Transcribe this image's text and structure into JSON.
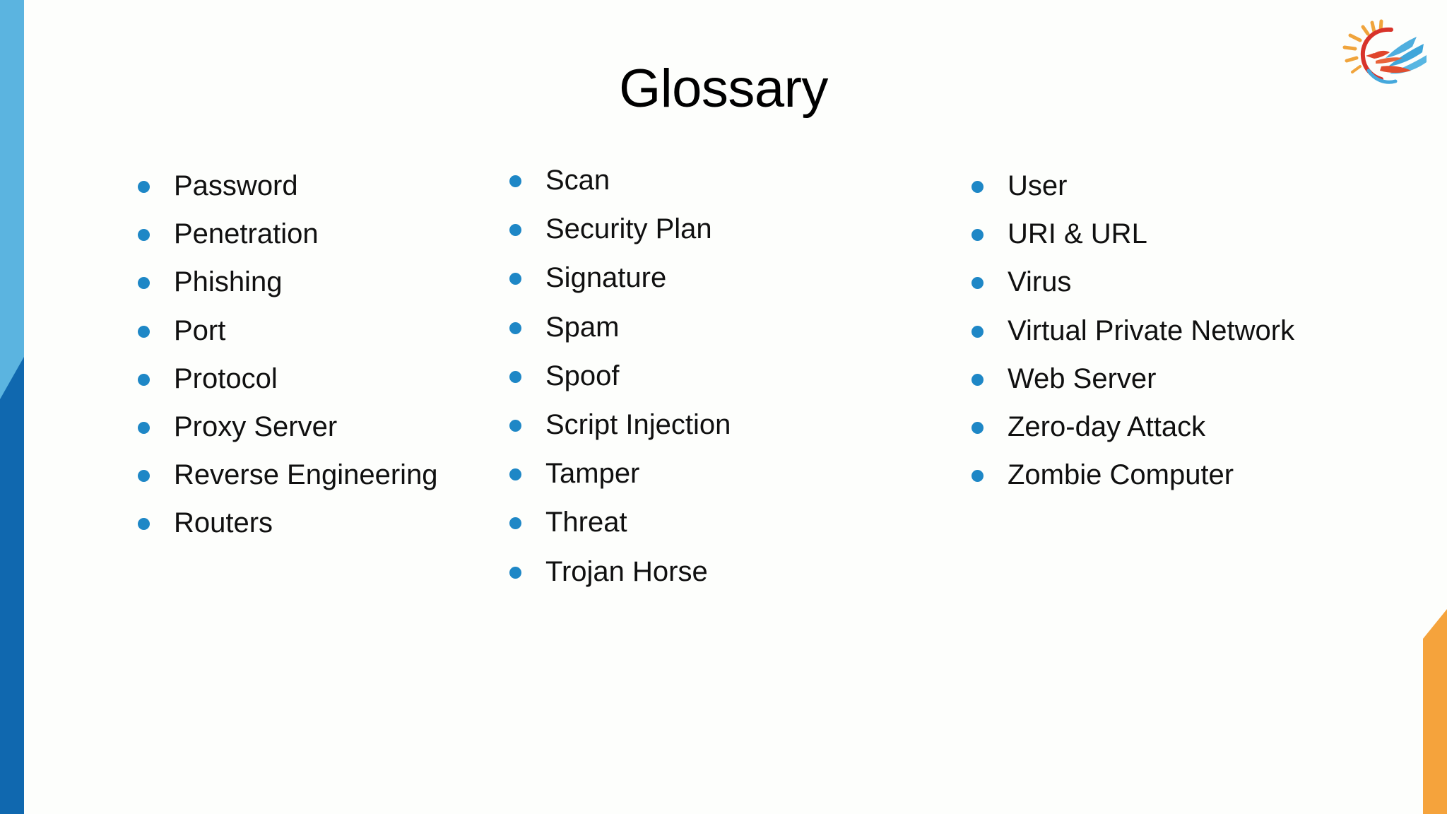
{
  "slide": {
    "title": "Glossary",
    "background_color": "#FDFEFC",
    "bullet_color": "#1E87C6",
    "text_color": "#101010"
  },
  "decor": {
    "left_stripe_top_color": "#5BB4E0",
    "left_stripe_bottom_color": "#1068AF",
    "bottom_right_stripe_color": "#F5A33C",
    "logo_name": "phoenix-bird-sun-logo"
  },
  "columns": [
    {
      "id": "column-1",
      "items": [
        "Password",
        "Penetration",
        "Phishing",
        "Port",
        "Protocol",
        "Proxy Server",
        "Reverse Engineering",
        "Routers"
      ]
    },
    {
      "id": "column-2",
      "items": [
        "Scan",
        "Security Plan",
        "Signature",
        "Spam",
        "Spoof",
        "Script Injection",
        "Tamper",
        "Threat",
        "Trojan Horse"
      ]
    },
    {
      "id": "column-3",
      "items": [
        "User",
        "URI & URL",
        "Virus",
        "Virtual Private Network",
        "Web Server",
        "Zero-day Attack",
        "Zombie Computer"
      ]
    }
  ]
}
